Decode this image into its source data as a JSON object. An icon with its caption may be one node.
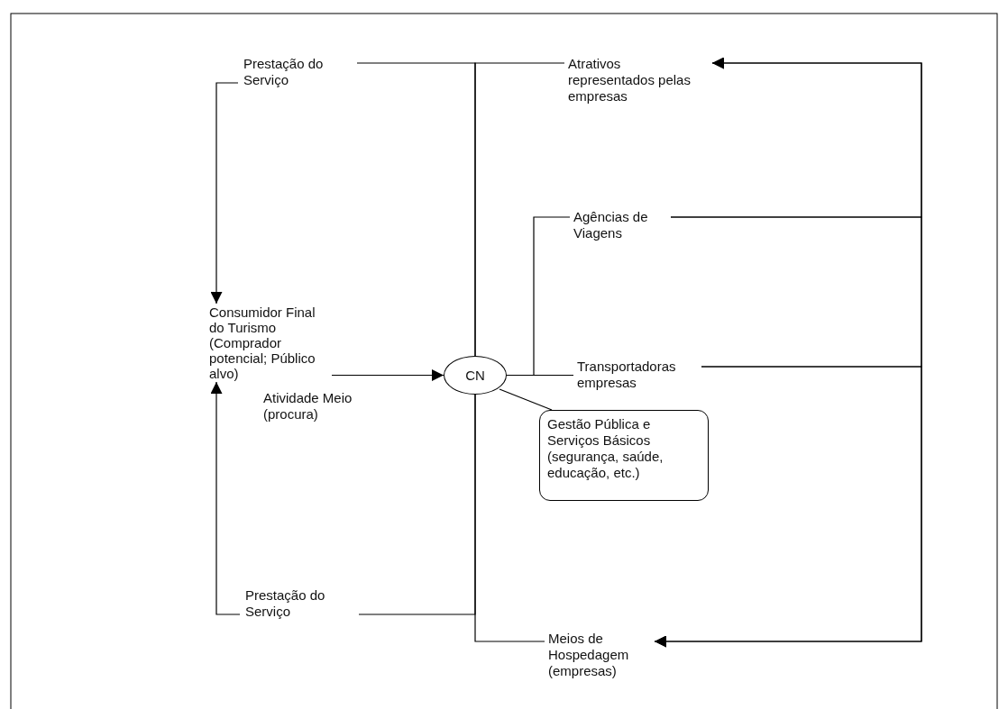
{
  "diagram": {
    "nodes": [
      {
        "text": [
          "Prestação do Serviço"
        ]
      },
      {
        "text": [
          "Atrativos representados pelas empresas"
        ]
      },
      {
        "text": [
          "Agências de Viagens"
        ]
      },
      {
        "text": [
          "Consumidor Final do Turismo (Comprador potencial; Público alvo)"
        ]
      },
      {
        "text": [
          "CN"
        ]
      },
      {
        "text": [
          "Transportadoras empresas"
        ]
      },
      {
        "text": [
          "Gestão Pública e Serviços Básicos (segurança, saúde, educação, etc.)"
        ]
      },
      {
        "text": [
          "Prestação do Serviço"
        ]
      },
      {
        "text": [
          "Meios de Hospedagem (empresas)"
        ]
      }
    ],
    "edges": [
      {
        "from": 0,
        "to": 3,
        "arrow": "to"
      },
      {
        "from": 7,
        "to": 3,
        "arrow": "to"
      },
      {
        "from": 3,
        "to": 4,
        "arrow": "to",
        "label": "Atividade Meio (procura)"
      },
      {
        "from": 4,
        "to": 0,
        "arrow": "none"
      },
      {
        "from": 4,
        "to": 1,
        "arrow": "none"
      },
      {
        "from": 4,
        "to": 7,
        "arrow": "none"
      },
      {
        "from": 4,
        "to": 8,
        "arrow": "none"
      },
      {
        "from": 4,
        "to": 2,
        "arrow": "none"
      },
      {
        "from": 4,
        "to": 5,
        "arrow": "none"
      },
      {
        "from": 4,
        "to": 6,
        "arrow": "none"
      },
      {
        "from": 2,
        "to": 1,
        "arrow": "to"
      },
      {
        "from": 2,
        "to": 8,
        "arrow": "to"
      },
      {
        "from": 5,
        "to": 1,
        "arrow": "to"
      },
      {
        "from": 5,
        "to": 8,
        "arrow": "to"
      }
    ]
  }
}
